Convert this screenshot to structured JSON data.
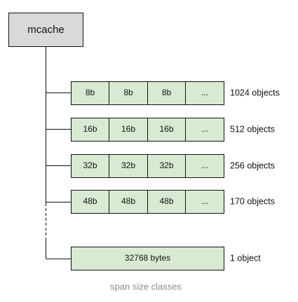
{
  "root": {
    "label": "mcache"
  },
  "size_classes": [
    {
      "cells": [
        "8b",
        "8b",
        "8b",
        "..."
      ],
      "count": "1024 objects"
    },
    {
      "cells": [
        "16b",
        "16b",
        "16b",
        "..."
      ],
      "count": "512 objects"
    },
    {
      "cells": [
        "32b",
        "32b",
        "32b",
        "..."
      ],
      "count": "256 objects"
    },
    {
      "cells": [
        "48b",
        "48b",
        "48b",
        "..."
      ],
      "count": "170 objects"
    },
    {
      "cells": [
        "32768 bytes"
      ],
      "count": "1 object"
    }
  ],
  "caption": "span size classes",
  "colors": {
    "root_fill": "#d9d9d9",
    "cell_fill": "#d9ead3",
    "stroke": "#111111",
    "caption": "#8a8a8a"
  }
}
